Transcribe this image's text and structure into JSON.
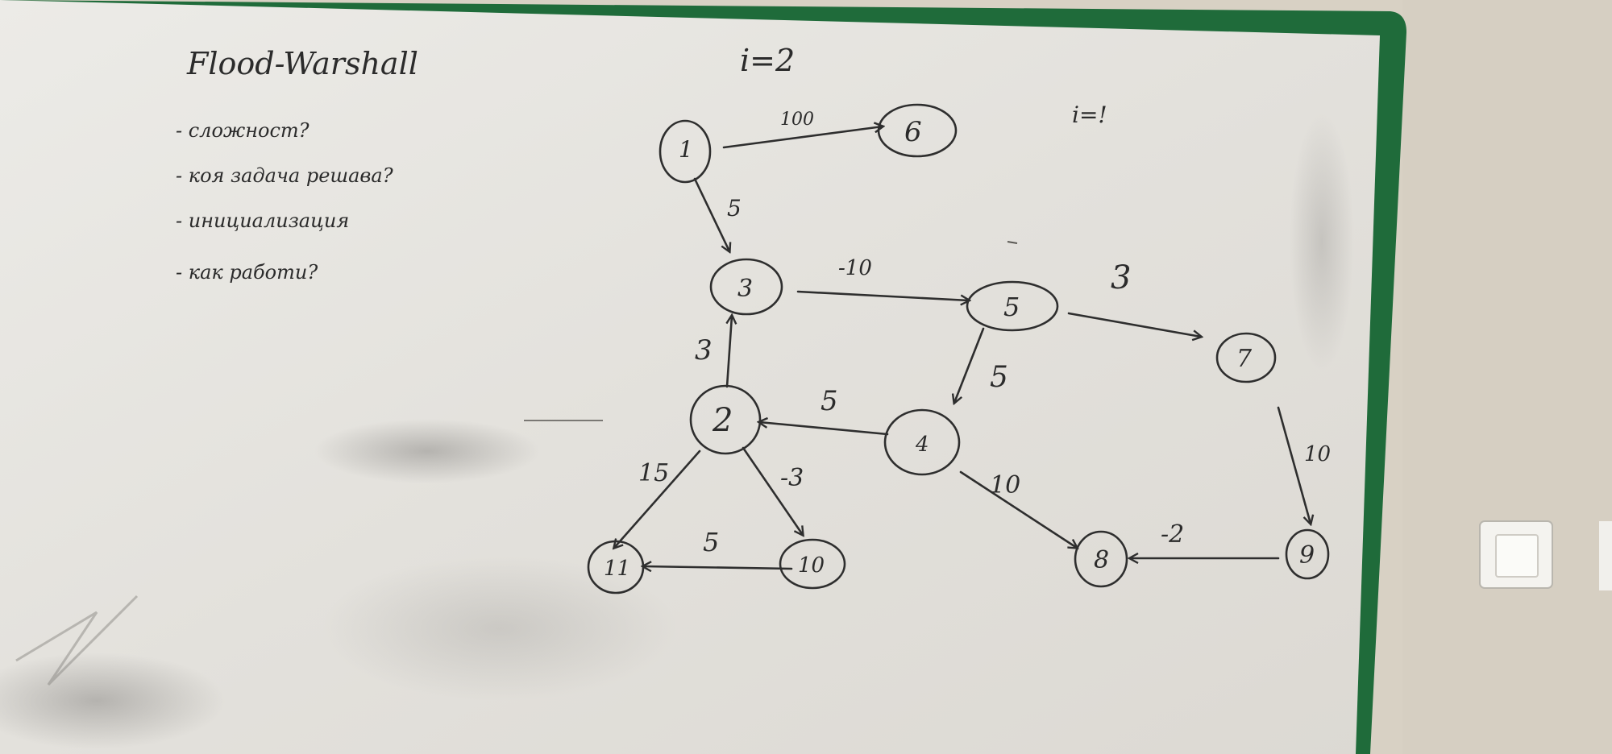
{
  "board": {
    "title": "Flood-Warshall",
    "notes": [
      "- сложност?",
      "- коя задача решава?",
      "- инициализация",
      "- как работи?"
    ],
    "iteration_main": "i=2",
    "iteration_aside": "i=!",
    "colors": {
      "frame": "#1f6b3a",
      "board": "#e7e5df",
      "ink": "#2b2b2b",
      "wall": "#d9d2c6"
    }
  },
  "graph": {
    "nodes": [
      "1",
      "3",
      "6",
      "5",
      "7",
      "2",
      "4",
      "11",
      "10",
      "8",
      "9"
    ],
    "edges": [
      {
        "from": "1",
        "to": "6",
        "weight": "100"
      },
      {
        "from": "1",
        "to": "3",
        "weight": "5"
      },
      {
        "from": "3",
        "to": "5",
        "weight": "-10"
      },
      {
        "from": "5",
        "to": "7",
        "weight": "3"
      },
      {
        "from": "5",
        "to": "4",
        "weight": "5"
      },
      {
        "from": "2",
        "to": "3",
        "weight": "3"
      },
      {
        "from": "4",
        "to": "2",
        "weight": "5"
      },
      {
        "from": "2",
        "to": "11",
        "weight": "15"
      },
      {
        "from": "2",
        "to": "10",
        "weight": "-3"
      },
      {
        "from": "10",
        "to": "11",
        "weight": "5"
      },
      {
        "from": "4",
        "to": "8",
        "weight": "10"
      },
      {
        "from": "7",
        "to": "9",
        "weight": "10"
      },
      {
        "from": "9",
        "to": "8",
        "weight": "-2"
      }
    ]
  }
}
